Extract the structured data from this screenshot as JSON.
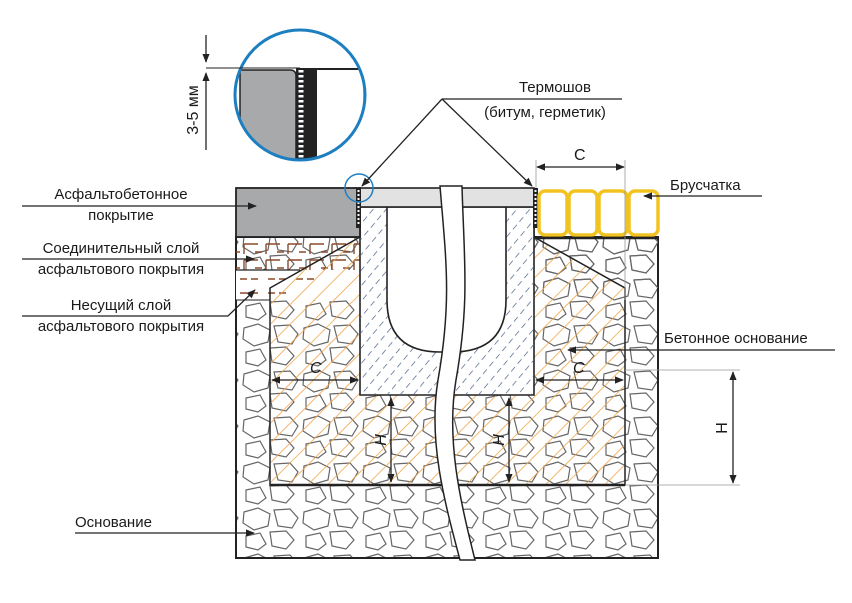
{
  "diagram": {
    "type": "cross-section",
    "subject": "Drainage channel installation between asphalt and paving stones",
    "colors": {
      "asphalt": "#a8a9ab",
      "grate": "#e2e2e2",
      "concrete_hatch": "#f0a54a",
      "channel_hatch": "#4a5f86",
      "paving_outline": "#f2c320",
      "brick_hatch": "#8b4a2a",
      "stones": "#555555",
      "magnifier": "#1e7fc0"
    },
    "labels": {
      "asphalt_top": "Асфальтобетонное",
      "asphalt_bottom": "покрытие",
      "binder_top": "Соединительный слой",
      "binder_bottom": "асфальтового покрытия",
      "base_layer_top": "Несущий слой",
      "base_layer_bottom": "асфальтового покрытия",
      "foundation": "Основание",
      "thermal_joint_top": "Термошов",
      "thermal_joint_bottom": "(битум, герметик)",
      "paving": "Брусчатка",
      "concrete_base": "Бетонное основание"
    },
    "dimensions": {
      "gap": "3-5 мм",
      "c_left": "C",
      "c_right": "C",
      "c_top": "C",
      "h_left": "H",
      "h_mid": "H",
      "h_right": "H"
    }
  }
}
